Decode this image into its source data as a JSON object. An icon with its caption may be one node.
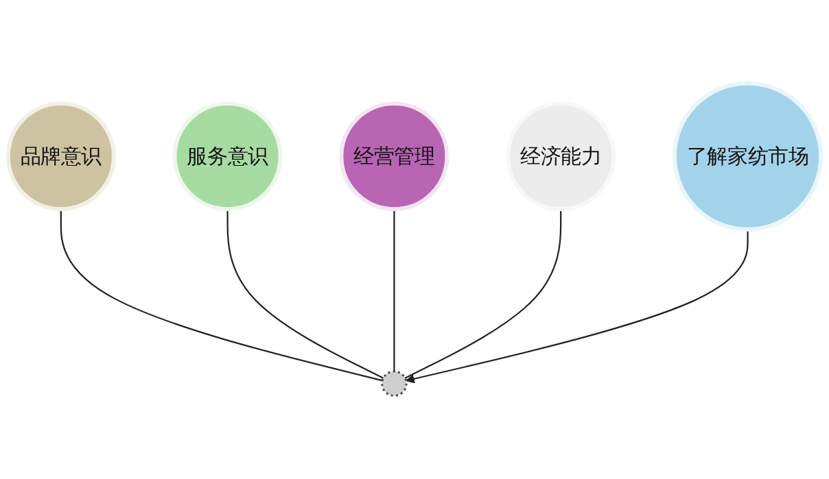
{
  "diagram": {
    "nodes": [
      {
        "text": [
          "品牌意识"
        ]
      },
      {
        "text": [
          "服务意识"
        ]
      },
      {
        "text": [
          "经营管理"
        ]
      },
      {
        "text": [],
        "shape": "circle"
      },
      {
        "text": [
          "经济能力"
        ]
      },
      {
        "text": [
          "了解家纺市场"
        ]
      }
    ],
    "edges": [
      {
        "from": 0,
        "to": 3,
        "arrow": "none"
      },
      {
        "from": 1,
        "to": 3,
        "arrow": "none"
      },
      {
        "from": 2,
        "to": 3,
        "arrow": "none"
      },
      {
        "from": 4,
        "to": 3,
        "arrow": "none"
      },
      {
        "from": 5,
        "to": 3,
        "arrow": "to"
      }
    ]
  }
}
